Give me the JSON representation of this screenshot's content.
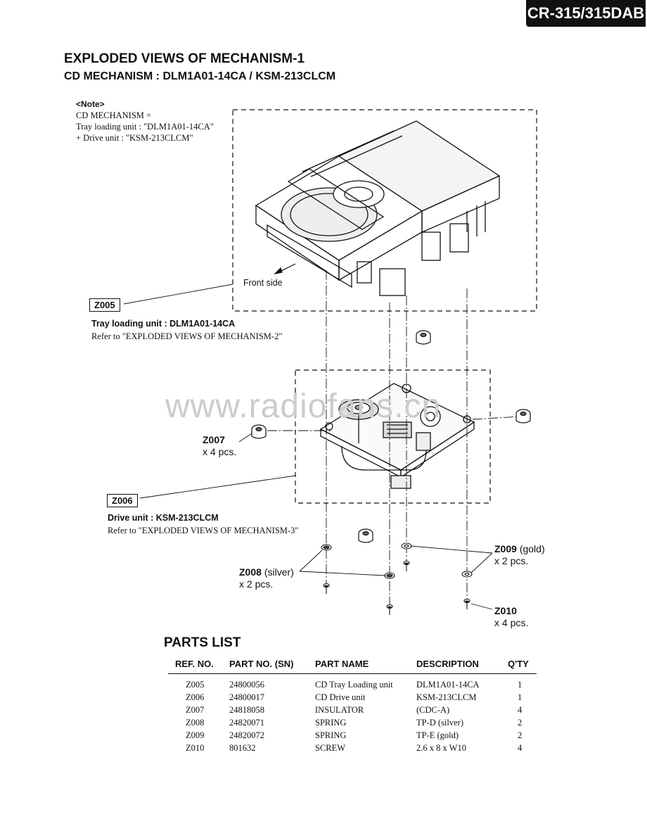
{
  "header": {
    "model": "CR-315/315DAB"
  },
  "titles": {
    "main": "EXPLODED VIEWS OF MECHANISM-1",
    "sub": "CD MECHANISM : DLM1A01-14CA / KSM-213CLCM"
  },
  "note": {
    "heading": "<Note>",
    "line1": "CD MECHANISM =",
    "line2": "Tray loading unit : \"DLM1A01-14CA\"",
    "line3": "+ Drive unit : \"KSM-213CLCM\""
  },
  "diagram": {
    "front_side": "Front side",
    "watermark": "www.radiofans.cn",
    "z005": {
      "ref": "Z005",
      "label": "Tray loading unit : DLM1A01-14CA",
      "refer": "Refer to \"EXPLODED VIEWS OF MECHANISM-2\""
    },
    "z006": {
      "ref": "Z006",
      "label": "Drive unit : KSM-213CLCM",
      "refer": "Refer to \"EXPLODED VIEWS OF MECHANISM-3\""
    },
    "z007": {
      "ref": "Z007",
      "qty": "x 4 pcs."
    },
    "z008": {
      "ref": "Z008",
      "note": "(silver)",
      "qty": "x 2 pcs."
    },
    "z009": {
      "ref": "Z009",
      "note": "(gold)",
      "qty": "x 2 pcs."
    },
    "z010": {
      "ref": "Z010",
      "qty": "x 4 pcs."
    }
  },
  "parts_list": {
    "title": "PARTS LIST",
    "headers": [
      "REF. NO.",
      "PART NO. (SN)",
      "PART NAME",
      "DESCRIPTION",
      "Q'TY"
    ],
    "rows": [
      [
        "Z005",
        "24800056",
        "CD Tray Loading unit",
        "DLM1A01-14CA",
        "1"
      ],
      [
        "Z006",
        "24800017",
        "CD Drive unit",
        "KSM-213CLCM",
        "1"
      ],
      [
        "Z007",
        "24818058",
        "INSULATOR",
        "(CDC-A)",
        "4"
      ],
      [
        "Z008",
        "24820071",
        "SPRING",
        "TP-D (silver)",
        "2"
      ],
      [
        "Z009",
        "24820072",
        "SPRING",
        "TP-E (gold)",
        "2"
      ],
      [
        "Z010",
        "801632",
        "SCREW",
        "2.6 x 8 x W10",
        "4"
      ]
    ]
  }
}
